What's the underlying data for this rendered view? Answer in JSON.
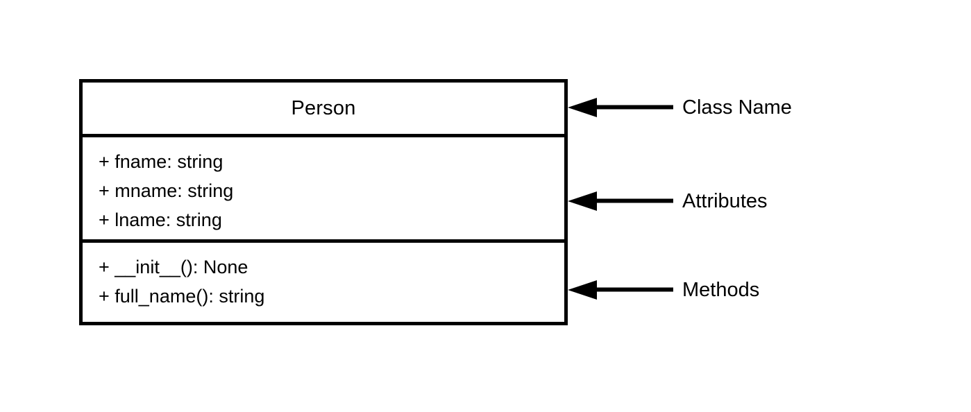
{
  "diagram": {
    "type": "uml-class-diagram",
    "background_color": "#ffffff",
    "stroke_color": "#000000",
    "text_color": "#000000"
  },
  "uml_class": {
    "name": "Person",
    "attributes": [
      "+ fname: string",
      "+ mname: string",
      "+ lname: string"
    ],
    "methods": [
      "+ __init__(): None",
      "+ full_name(): string"
    ]
  },
  "annotations": [
    {
      "label": "Class Name",
      "target": "name-compartment"
    },
    {
      "label": "Attributes",
      "target": "attributes-compartment"
    },
    {
      "label": "Methods",
      "target": "methods-compartment"
    }
  ]
}
